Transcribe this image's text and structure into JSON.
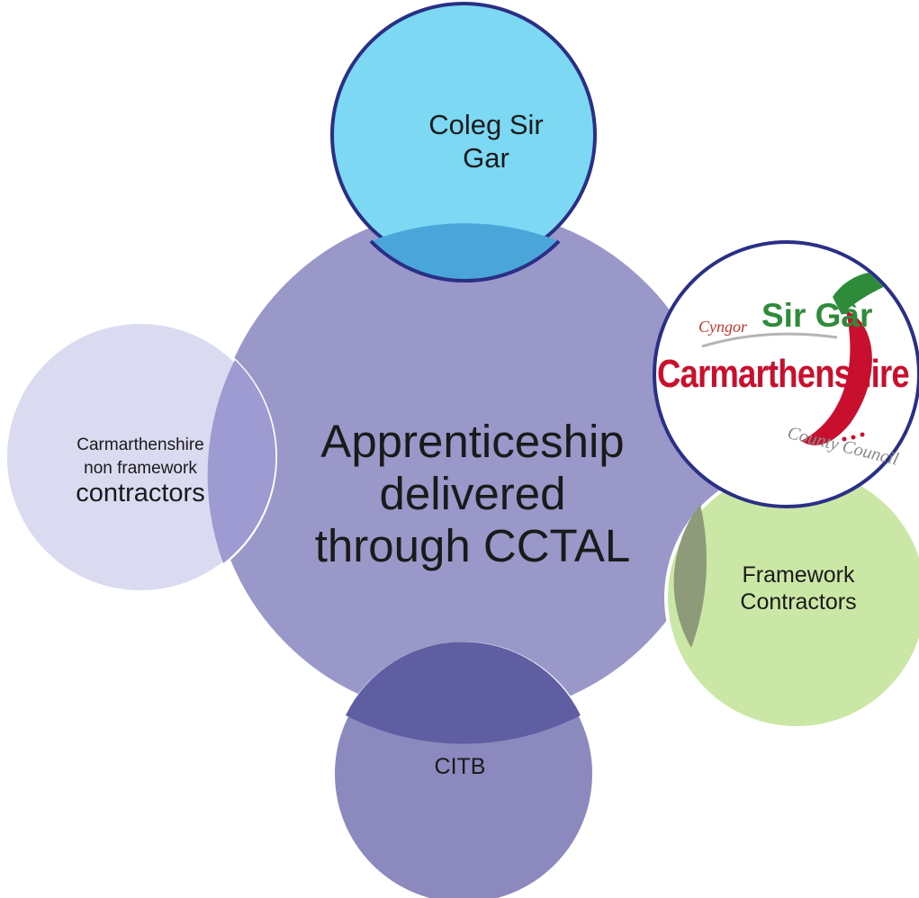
{
  "diagram": {
    "center": {
      "label": "Apprenticeship delivered through CCTAL",
      "lines": [
        "Apprenticeship",
        "delivered",
        "through CCTAL"
      ],
      "color": "#8f8cc4"
    },
    "nodes": {
      "coleg_sir_gar": {
        "lines": [
          "Coleg Sir",
          "Gar"
        ],
        "color": "#6fd6f2",
        "border": "#2a2f86"
      },
      "carmarthenshire_non_framework": {
        "lines": [
          "Carmarthenshire",
          "non framework",
          "contractors"
        ],
        "color": "#cfcfee"
      },
      "framework_contractors": {
        "lines": [
          "Framework",
          "Contractors"
        ],
        "color": "#c9e7a4"
      },
      "citb": {
        "label": "CITB",
        "color": "#8785bd"
      },
      "council_logo": {
        "cyngor": "Cyngor",
        "sir_gar": "Sir Gâr",
        "carmarthenshire": "Carmarthenshire",
        "county_council": "County Council",
        "border": "#2a2f86",
        "colors": {
          "red": "#c8102e",
          "green": "#2e8b3a"
        }
      }
    }
  }
}
